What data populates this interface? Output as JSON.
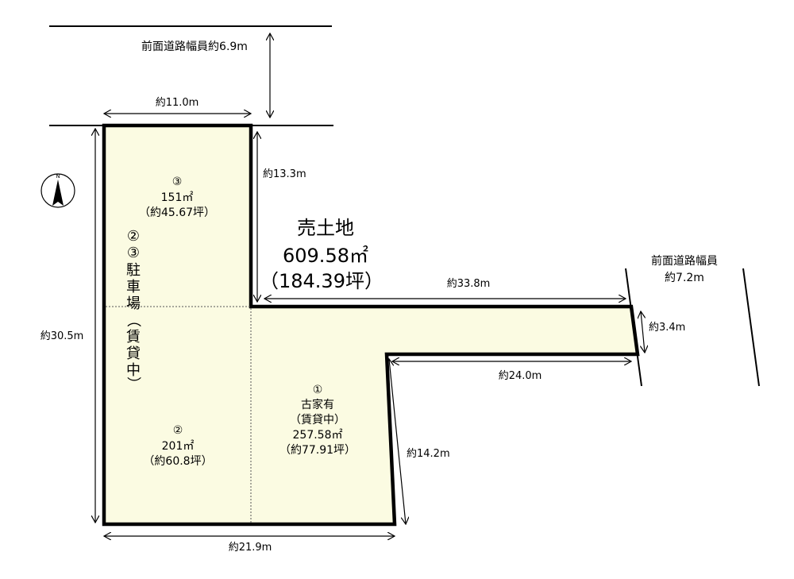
{
  "title": "売土地",
  "total_area": "609.58㎡",
  "total_tsubo": "（184.39坪）",
  "roads": {
    "north": "前面道路幅員約6.9m",
    "east_line1": "前面道路幅員",
    "east_line2": "約7.2m"
  },
  "dimensions": {
    "top": "約11.0m",
    "left": "約30.5m",
    "inner_vertical": "約13.3m",
    "upper_right": "約33.8m",
    "right_end": "約3.4m",
    "lower_right": "約24.0m",
    "lower_vertical": "約14.2m",
    "bottom": "約21.9m"
  },
  "parcels": [
    {
      "num": "③",
      "area": "151㎡",
      "tsubo": "（約45.67坪）"
    },
    {
      "num": "②",
      "area": "201㎡",
      "tsubo": "（約60.8坪）"
    },
    {
      "num": "①",
      "use": "古家有",
      "status": "（賃貸中）",
      "area": "257.58㎡",
      "tsubo": "（約77.91坪）"
    }
  ],
  "parking": {
    "nums": [
      "②",
      "③"
    ],
    "chars": [
      "駐",
      "車",
      "場",
      "（",
      "賃",
      "貸",
      "中",
      "）"
    ]
  },
  "compass_label": "N",
  "colors": {
    "land_fill": "#fbfbe2",
    "outline": "#000000"
  }
}
